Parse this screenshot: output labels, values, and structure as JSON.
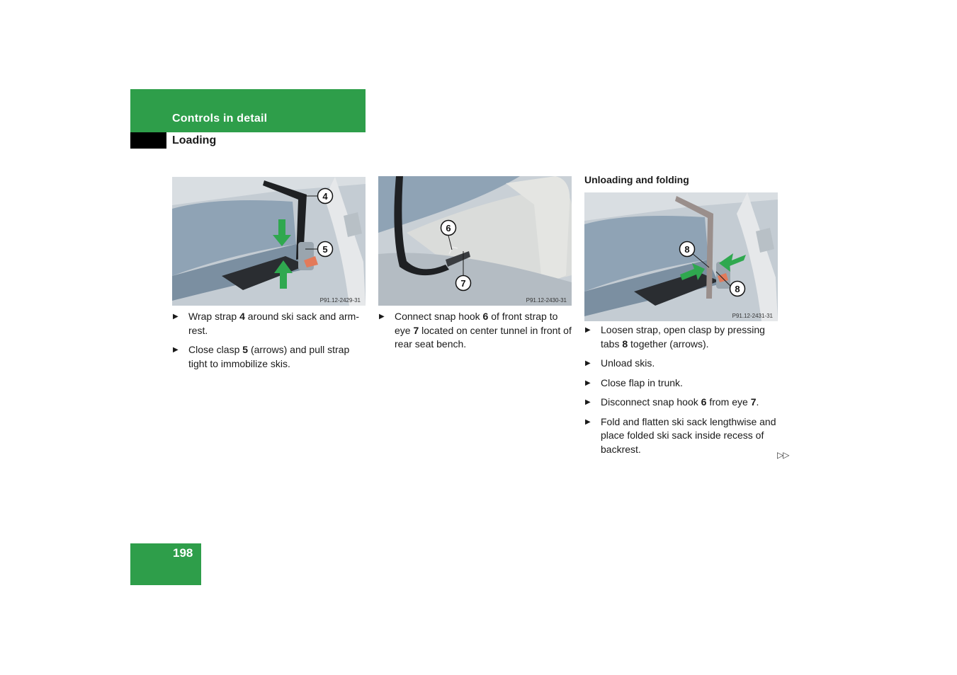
{
  "header": {
    "chapter": "Controls in detail",
    "section": "Loading"
  },
  "page": {
    "number": "198"
  },
  "figures": [
    {
      "code": "P91.12-2429-31",
      "callouts": [
        "4",
        "5"
      ]
    },
    {
      "code": "P91.12-2430-31",
      "callouts": [
        "6",
        "7"
      ]
    },
    {
      "code": "P91.12-2431-31",
      "callouts": [
        "8",
        "8"
      ]
    }
  ],
  "columns": {
    "left": {
      "steps": [
        {
          "parts": [
            {
              "t": "Wrap strap "
            },
            {
              "b": "4"
            },
            {
              "t": " around ski sack and arm-rest."
            }
          ]
        },
        {
          "parts": [
            {
              "t": "Close clasp "
            },
            {
              "b": "5"
            },
            {
              "t": " (arrows) and pull strap tight to immobilize skis."
            }
          ]
        }
      ]
    },
    "middle": {
      "steps": [
        {
          "parts": [
            {
              "t": "Connect snap hook "
            },
            {
              "b": "6"
            },
            {
              "t": " of front strap to eye "
            },
            {
              "b": "7"
            },
            {
              "t": " located on center tunnel in front of rear seat bench."
            }
          ]
        }
      ]
    },
    "right": {
      "heading": "Unloading and folding",
      "steps": [
        {
          "parts": [
            {
              "t": "Loosen strap, open clasp by pressing tabs "
            },
            {
              "b": "8"
            },
            {
              "t": " together (arrows)."
            }
          ]
        },
        {
          "parts": [
            {
              "t": "Unload skis."
            }
          ]
        },
        {
          "parts": [
            {
              "t": "Close flap in trunk."
            }
          ]
        },
        {
          "parts": [
            {
              "t": "Disconnect snap hook "
            },
            {
              "b": "6"
            },
            {
              "t": " from eye "
            },
            {
              "b": "7"
            },
            {
              "t": "."
            }
          ]
        },
        {
          "parts": [
            {
              "t": "Fold and flatten ski sack lengthwise and place folded ski sack inside recess of backrest."
            }
          ]
        }
      ]
    }
  },
  "continue_symbol": "▷▷",
  "bullet_symbol": "▶",
  "colors": {
    "brand_green": "#2e9e4a",
    "arrow_green": "#2fa84f"
  }
}
